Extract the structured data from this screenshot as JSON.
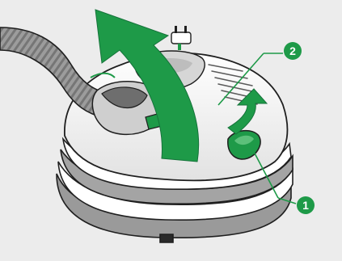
{
  "illustration": {
    "subject": "vacuum-cleaner",
    "colors": {
      "background": "#ececec",
      "body": "#ffffff",
      "outline": "#1f1f1f",
      "accent_green": "#1e9a48",
      "accent_green_light": "#5cc07a",
      "bumper_grey": "#9a9a9a",
      "hose": "#8f8f8f",
      "tube": "#6e6e6e"
    },
    "callouts": [
      {
        "id": "1",
        "label": "1"
      },
      {
        "id": "2",
        "label": "2"
      }
    ]
  }
}
